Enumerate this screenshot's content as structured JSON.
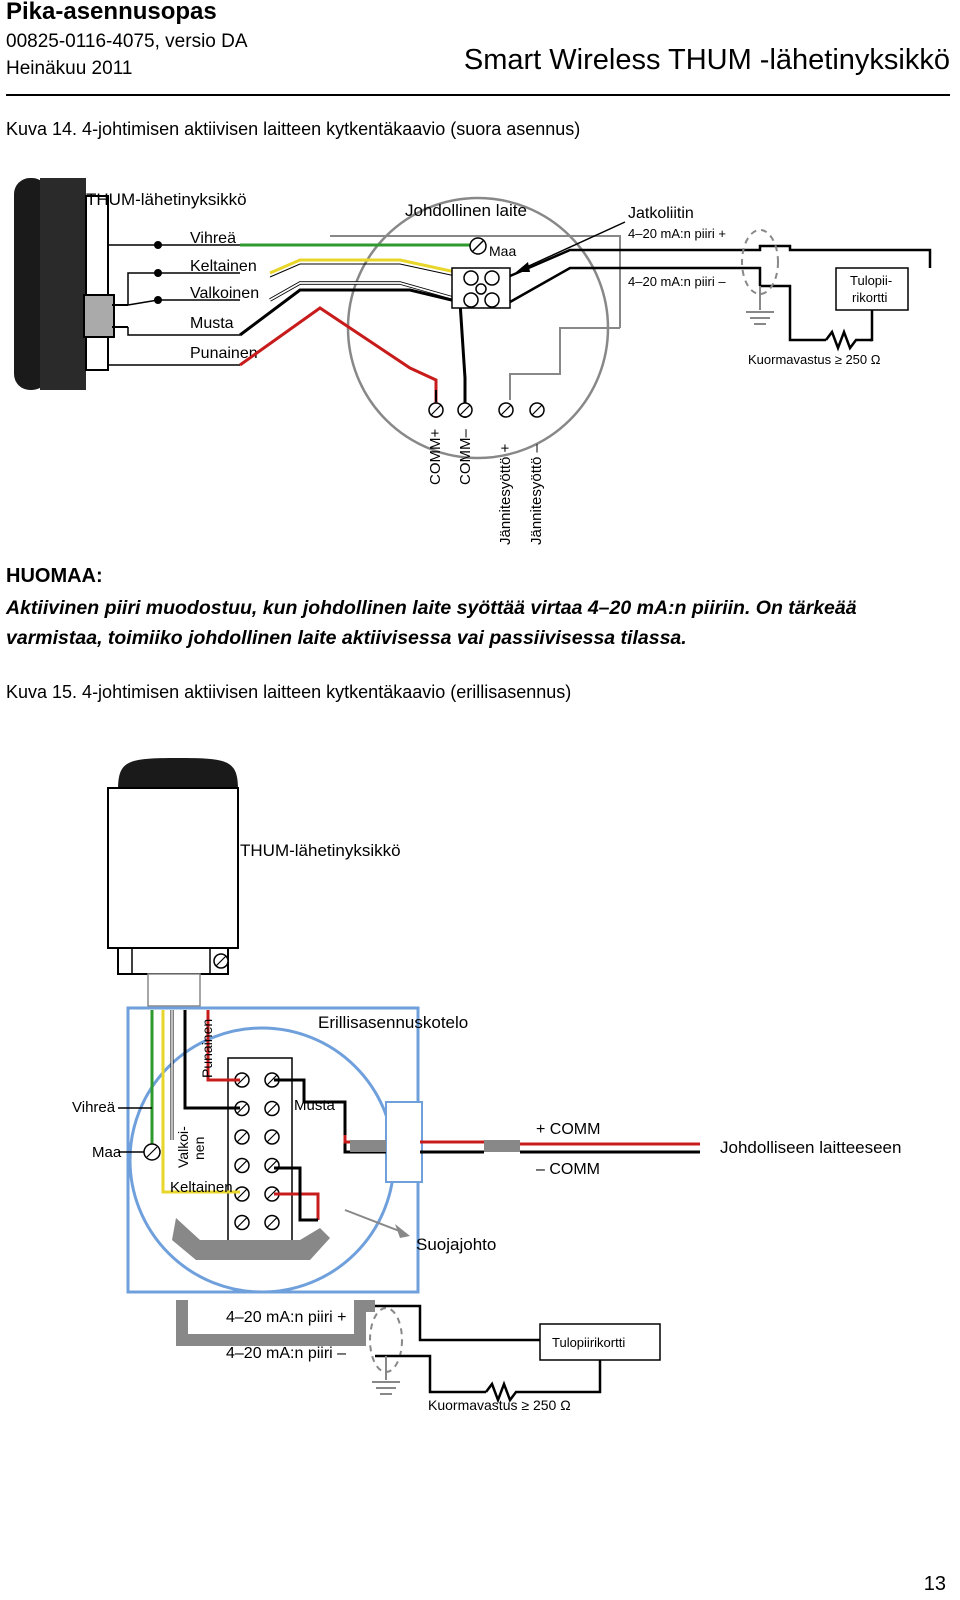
{
  "header": {
    "title": "Pika-asennusopas",
    "doc_number": "00825-0116-4075, versio DA",
    "date": "Heinäkuu 2011",
    "product": "Smart Wireless THUM -lähetinyksikkö"
  },
  "figure14": {
    "caption": "Kuva 14.  4-johtimisen aktiivisen laitteen kytkentäkaavio (suora asennus)",
    "thum_label": "THUM-lähetinyksikkö",
    "wires": [
      "Vihreä",
      "Keltainen",
      "Valkoinen",
      "Musta",
      "Punainen"
    ],
    "device_label": "Johdollinen laite",
    "ground_label": "Maa",
    "junction_label": "Jatkoliitin",
    "loop_plus": "4–20 mA:n piiri +",
    "loop_minus": "4–20 mA:n piiri –",
    "input_card_line1": "Tulopii-",
    "input_card_line2": "rikortti",
    "load_resistor": "Kuormavastus ≥ 250 Ω",
    "terminals": [
      "COMM+",
      "COMM–",
      "Jännitesyöttö +",
      "Jännitesyöttö –"
    ]
  },
  "note": {
    "heading": "HUOMAA:",
    "text": "Aktiivinen piiri muodostuu, kun johdollinen laite syöttää virtaa 4–20 mA:n piiriin. On tärkeää varmistaa, toimiiko johdollinen laite aktiivisessa vai passiivisessa tilassa."
  },
  "figure15": {
    "caption": "Kuva 15.  4-johtimisen aktiivisen laitteen kytkentäkaavio (erillisasennus)",
    "thum_label": "THUM-lähetinyksikkö",
    "enclosure_label": "Erillisasennuskotelo",
    "red_wire": "Punainen",
    "black_wire": "Musta",
    "green_wire": "Vihreä",
    "ground_label": "Maa",
    "white_wire_line1": "Valkoi-",
    "white_wire_line2": "nen",
    "yellow_wire": "Keltainen",
    "comm_plus": "+ COMM",
    "comm_minus": "– COMM",
    "to_device": "Johdolliseen laitteeseen",
    "shield_label": "Suojajohto",
    "loop_plus": "4–20 mA:n piiri +",
    "loop_minus": "4–20 mA:n piiri –",
    "input_card": "Tulopiirikortti",
    "load_resistor": "Kuormavastus ≥ 250 Ω"
  },
  "page_number": "13"
}
